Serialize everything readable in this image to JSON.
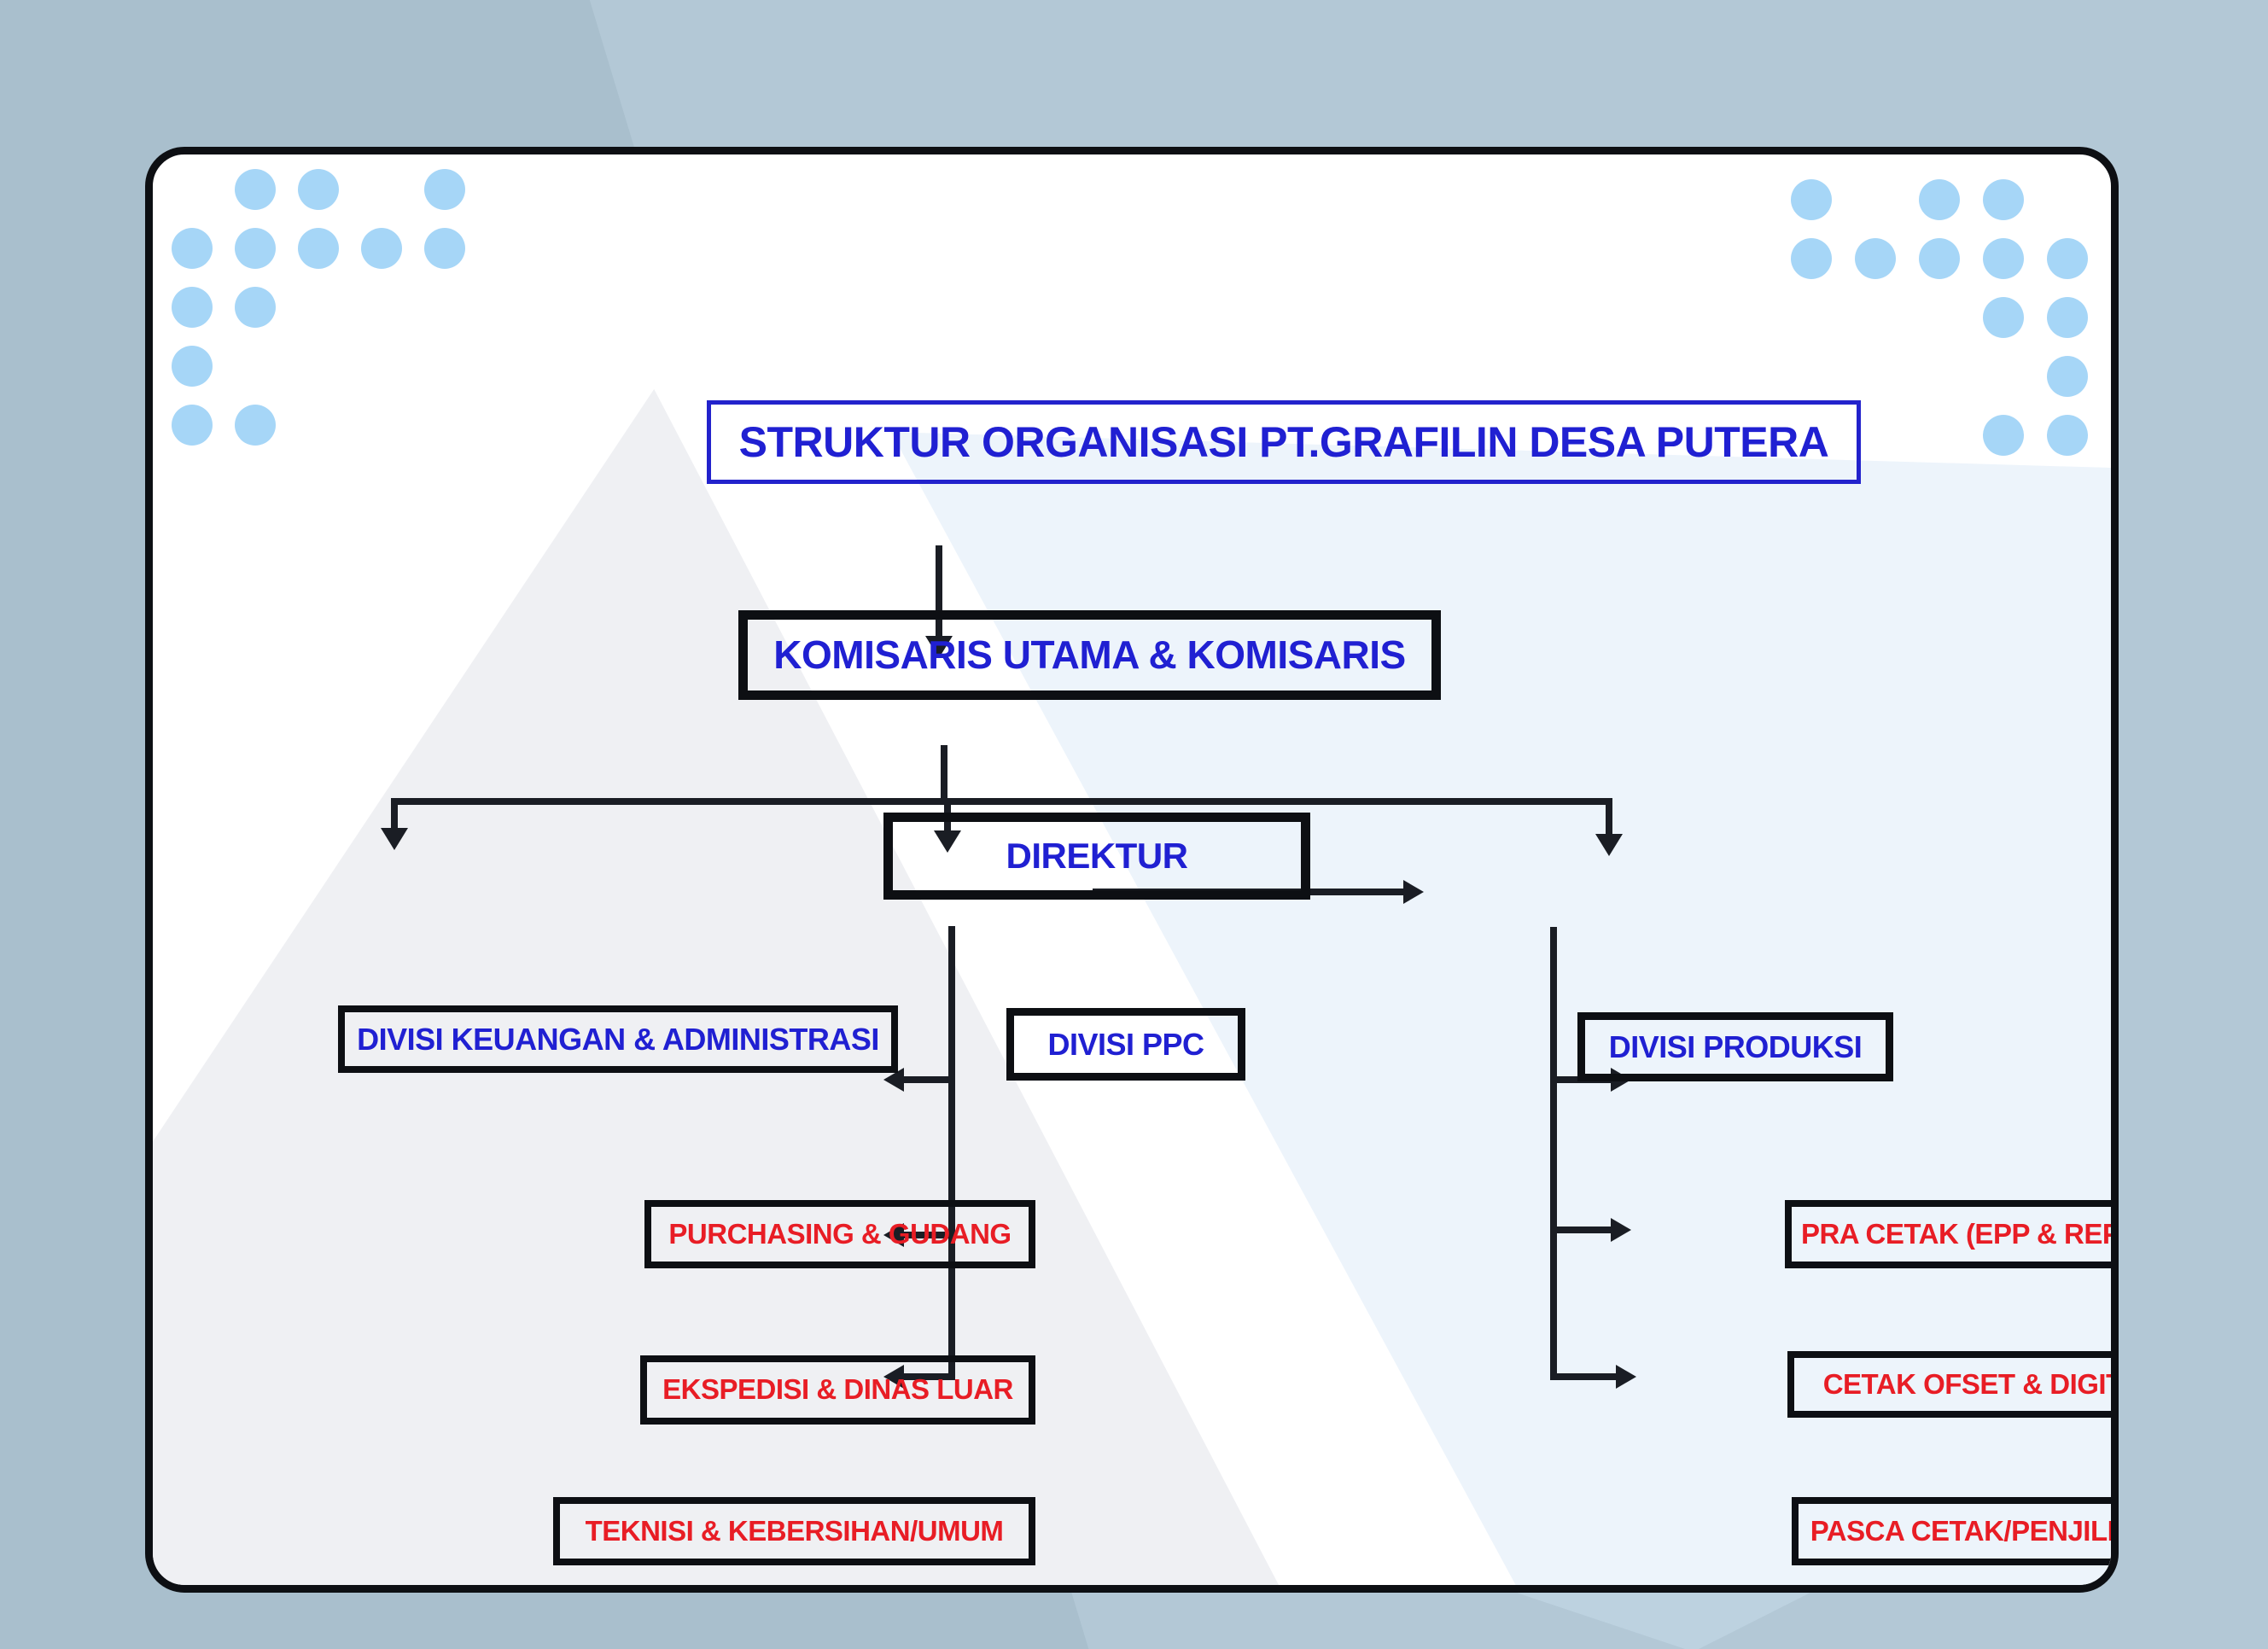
{
  "title": "STRUKTUR ORGANISASI PT.GRAFILIN DESA PUTERA",
  "colors": {
    "blue": "#2020d2",
    "red": "#e81d25",
    "line": "#1a1d24",
    "border": "#0d0f13",
    "dot": "#a6d6f7",
    "card-bg": "#ffffff",
    "page-bg": "#b3c8d6"
  },
  "nodes": {
    "komisaris": {
      "label": "KOMISARIS UTAMA & KOMISARIS"
    },
    "direktur": {
      "label": "DIREKTUR"
    },
    "keuangan": {
      "label": "DIVISI KEUANGAN & ADMINISTRASI"
    },
    "ppc": {
      "label": "DIVISI PPC"
    },
    "produksi": {
      "label": "DIVISI PRODUKSI"
    },
    "purchasing": {
      "label": "PURCHASING & GUDANG"
    },
    "ekspedisi": {
      "label": "EKSPEDISI & DINAS LUAR"
    },
    "teknisi": {
      "label": "TEKNISI & KEBERSIHAN/UMUM"
    },
    "pra_cetak": {
      "label": "PRA CETAK (EPP & REPRO/CTP"
    },
    "cetak_ofset": {
      "label": "CETAK OFSET & DIGITAL"
    },
    "pasca_cetak": {
      "label": "PASCA CETAK/PENJILIDAN"
    }
  },
  "edges": [
    "komisaris -> direktur",
    "direktur -> keuangan",
    "direktur -> ppc",
    "direktur -> produksi",
    "ppc -> produksi",
    "ppc -> purchasing",
    "ppc -> ekspedisi",
    "ppc -> teknisi",
    "produksi -> pra_cetak",
    "produksi -> cetak_ofset",
    "produksi -> pasca_cetak"
  ],
  "decor": {
    "dots_top_left": [
      "01101",
      "11111",
      "11000",
      "10000",
      "11000"
    ],
    "dots_top_right": [
      "10110",
      "11111",
      "00011",
      "00001",
      "00011"
    ]
  }
}
